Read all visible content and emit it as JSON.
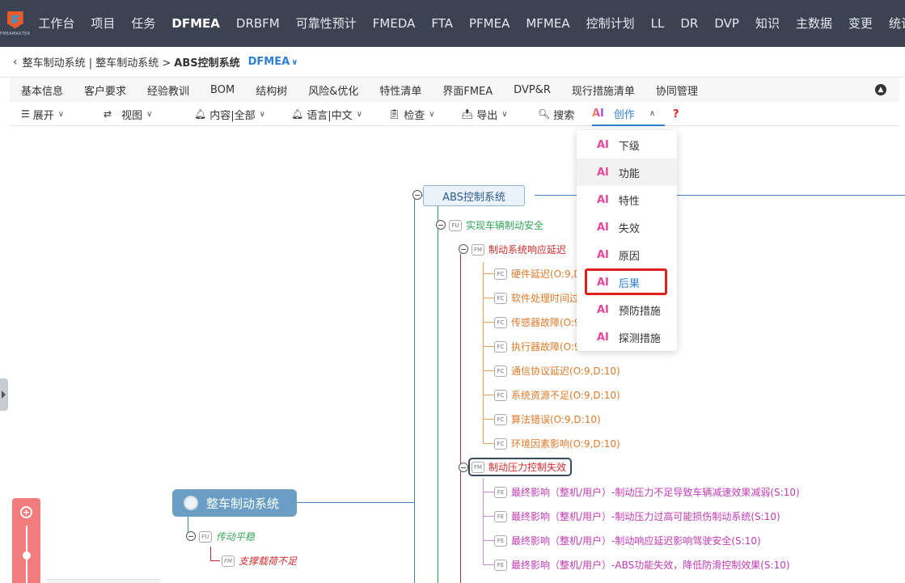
{
  "app": {
    "logo_text": "FMEAMASTER"
  },
  "nav": [
    {
      "label": "工作台"
    },
    {
      "label": "项目"
    },
    {
      "label": "任务"
    },
    {
      "label": "DFMEA",
      "active": true
    },
    {
      "label": "DRBFM"
    },
    {
      "label": "可靠性预计"
    },
    {
      "label": "FMEDA"
    },
    {
      "label": "FTA"
    },
    {
      "label": "PFMEA"
    },
    {
      "label": "MFMEA"
    },
    {
      "label": "控制计划"
    },
    {
      "label": "LL"
    },
    {
      "label": "DR"
    },
    {
      "label": "DVP"
    },
    {
      "label": "知识"
    },
    {
      "label": "主数据"
    },
    {
      "label": "变更"
    },
    {
      "label": "统计"
    }
  ],
  "breadcrumb": {
    "path": "整车制动系统 | 整车制动系统 >",
    "current": "ABS控制系统",
    "mode": "DFMEA"
  },
  "tabs": [
    "基本信息",
    "客户要求",
    "经验教训",
    "BOM",
    "结构树",
    "风险&优化",
    "特性清单",
    "界面FMEA",
    "DVP&R",
    "现行措施清单",
    "协同管理"
  ],
  "toolbar": {
    "expand": "展开",
    "view": "视图",
    "content": "内容|全部",
    "language": "语言|中文",
    "check": "检查",
    "export": "导出",
    "search": "搜索",
    "ai_badge": "AI",
    "create": "创作",
    "help": "?"
  },
  "dropdown": {
    "ai_label": "AI",
    "items": [
      "下级",
      "功能",
      "特性",
      "失效",
      "原因",
      "后果",
      "预防措施",
      "探测措施"
    ],
    "hovered_index": 1,
    "selected_index": 5
  },
  "tree": {
    "root": "ABS控制系统",
    "fu": {
      "tag": "FU",
      "label": "实现车辆制动安全"
    },
    "fm1": {
      "tag": "FM",
      "label": "制动系统响应延迟"
    },
    "fc": [
      {
        "tag": "FC",
        "label": "硬件延迟(O:9,D"
      },
      {
        "tag": "FC",
        "label": "软件处理时间过"
      },
      {
        "tag": "FC",
        "label": "传感器故障(O:9"
      },
      {
        "tag": "FC",
        "label": "执行器故障(O:9"
      },
      {
        "tag": "FC",
        "label": "通信协议延迟(O:9,D:10)"
      },
      {
        "tag": "FC",
        "label": "系统资源不足(O:9,D:10)"
      },
      {
        "tag": "FC",
        "label": "算法错误(O:9,D:10)"
      },
      {
        "tag": "FC",
        "label": "环境因素影响(O:9,D:10)"
      }
    ],
    "fm2": {
      "tag": "FM",
      "label": "制动压力控制失效"
    },
    "fe": [
      {
        "tag": "FE",
        "label": "最终影响（整机/用户）-制动压力不足导致车辆减速效果减弱(S:10)"
      },
      {
        "tag": "FE",
        "label": "最终影响（整机/用户）-制动压力过高可能损伤制动系统(S:10)"
      },
      {
        "tag": "FE",
        "label": "最终影响（整机/用户）-制动响应延迟影响驾驶安全(S:10)"
      },
      {
        "tag": "FE",
        "label": "最终影响（整机/用户）-ABS功能失效，降低防滑控制效果(S:10)"
      }
    ],
    "main": "整车制动系统",
    "main_fu": {
      "tag": "FU",
      "label": "传动平稳"
    },
    "main_fm": {
      "tag": "FM",
      "label": "支撑载荷不足"
    }
  },
  "colors": {
    "nav_bg": "#3b4252",
    "accent": "#2f80d1",
    "fm": "#d12c2c",
    "fc": "#e07a2a",
    "fe": "#c13ab5",
    "fu": "#33a65a",
    "highlight": "#e0201c"
  }
}
